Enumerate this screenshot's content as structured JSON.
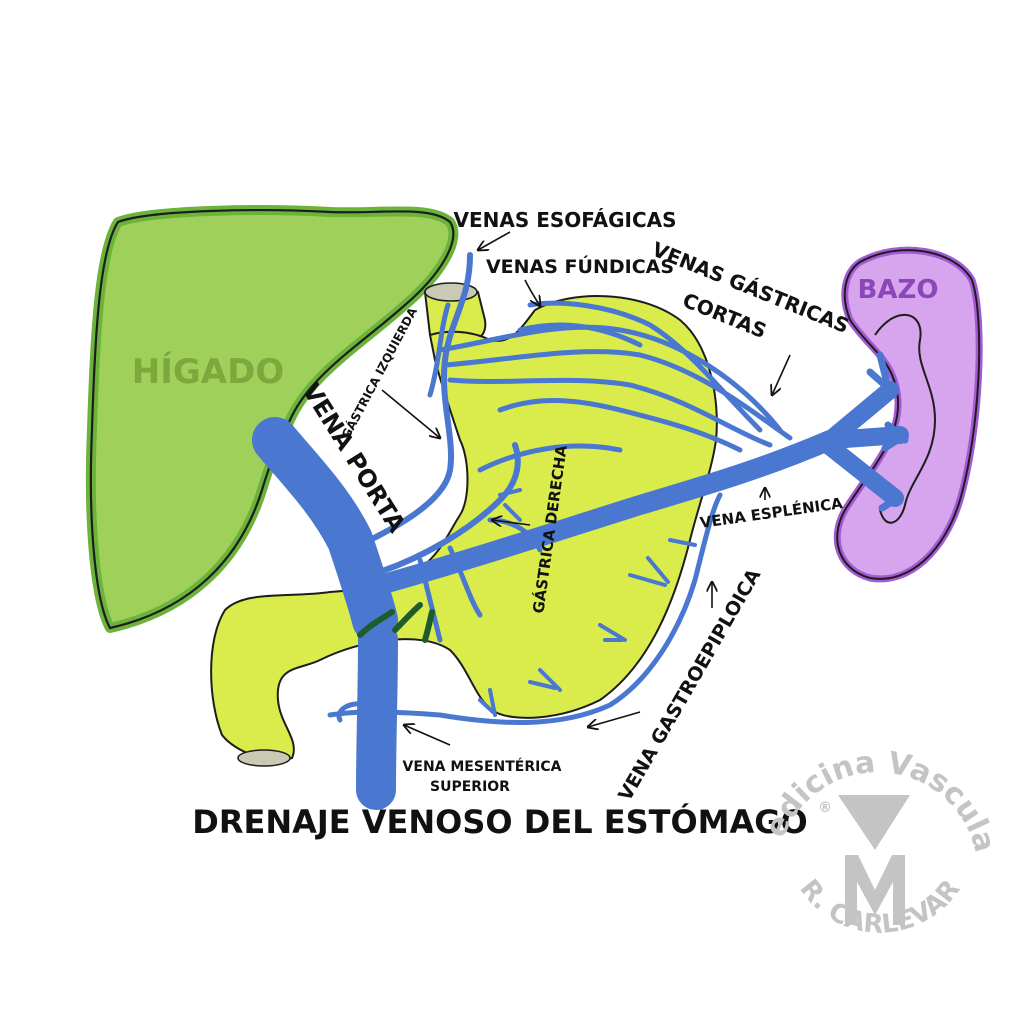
{
  "colors": {
    "liver_fill": "#9fd15a",
    "liver_edge": "#6bb33a",
    "stomach_fill": "#d9ec4c",
    "spleen_fill": "#d7a4ee",
    "spleen_edge": "#a35ad3",
    "vein": "#4a77cf",
    "duct": "#1f5c2c",
    "watermark": "#c4c4c4"
  },
  "organs": {
    "liver": "HÍGADO",
    "spleen": "BAZO"
  },
  "labels": {
    "esophageal": "VENAS ESOFÁGICAS",
    "fundic": "VENAS FÚNDICAS",
    "short_gastric_1": "VENAS GÁSTRICAS",
    "short_gastric_2": "CORTAS",
    "left_gastric": "GÁSTRICA IZQUIERDA",
    "portal": "VENA PORTA",
    "right_gastric": "GÁSTRICA DERECHA",
    "splenic": "VENA ESPLÉNICA",
    "gastroepiploic": "VENA GASTROEPIPLOICA",
    "sup_mesenteric_1": "VENA MESENTÉRICA",
    "sup_mesenteric_2": "SUPERIOR"
  },
  "title": "DRENAJE VENOSO DEL ESTÓMAGO",
  "watermark": {
    "arc_top": "Medicina Vascular",
    "arc_bottom": "DR. CARLEVARO",
    "registered": "®"
  }
}
